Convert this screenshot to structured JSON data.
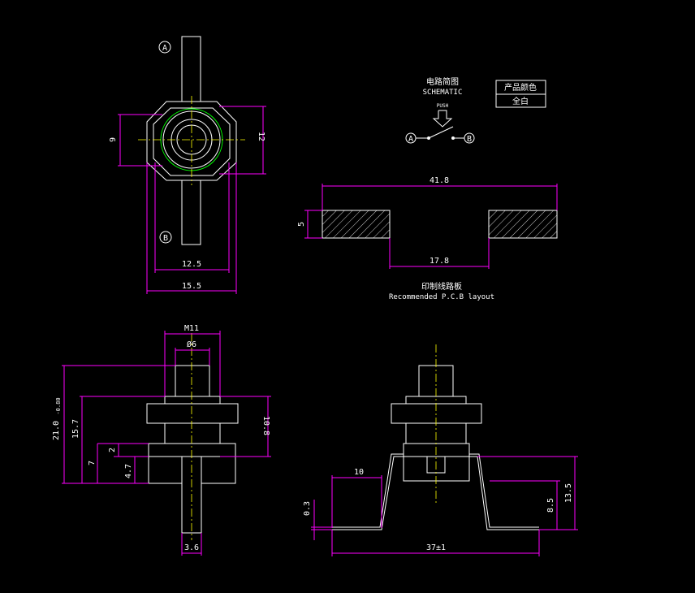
{
  "colors": {
    "background": "#000000",
    "outline": "#ffffff",
    "dimension": "#ff00ff",
    "centerline": "#ffff00",
    "thread": "#00ff00"
  },
  "top_view": {
    "label_a": "A",
    "label_b": "B",
    "dim_9": "9",
    "dim_12": "12",
    "dim_12_5": "12.5",
    "dim_15_5": "15.5"
  },
  "schematic": {
    "title_cn": "电路简图",
    "title_en": "SCHEMATIC",
    "push_label": "PUSH",
    "terminal_a": "A",
    "terminal_b": "B"
  },
  "color_table": {
    "header": "产品颜色",
    "value": "全白"
  },
  "pcb_layout": {
    "dim_41_8": "41.8",
    "dim_5": "5",
    "dim_17_8": "17.8",
    "title_cn": "印制线路板",
    "title_en": "Recommended P.C.B layout"
  },
  "side_view": {
    "dim_m11": "M11",
    "dim_06": "Ø6",
    "dim_21_main": "21.0",
    "dim_21_tol": "-0.80",
    "dim_15_7": "15.7",
    "dim_10_8": "10.8",
    "dim_2": "2",
    "dim_7": "7",
    "dim_4_7": "4.7",
    "dim_3_6": "3.6"
  },
  "mounted_view": {
    "dim_10": "10",
    "dim_0_3": "0.3",
    "dim_8_5": "8.5",
    "dim_13_5": "13.5",
    "dim_37": "37±1"
  }
}
